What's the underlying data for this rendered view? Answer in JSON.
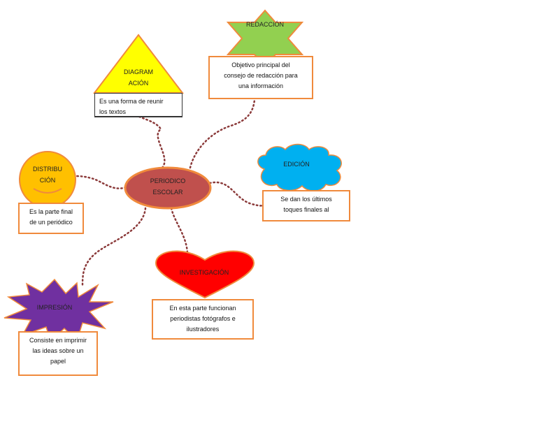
{
  "center": {
    "line1": "PERIODICO",
    "line2": "ESCOLAR"
  },
  "nodes": {
    "diagramacion": {
      "title_line1": "DIAGRAM",
      "title_line2": "ACIÓN",
      "desc_line1": "Es una forma de reunir",
      "desc_line2": "los textos"
    },
    "redaccion": {
      "title": "REDACCIÓN",
      "desc_line1": "Objetivo principal del",
      "desc_line2": "consejo de redacción para",
      "desc_line3": "una información"
    },
    "distribucion": {
      "title_line1": "DISTRIBU",
      "title_line2": "CIÓN",
      "desc_line1": "Es la parte final",
      "desc_line2": "de un periódico"
    },
    "edicion": {
      "title": "EDICIÓN",
      "desc_line1": "Se dan los últimos",
      "desc_line2": "toques finales al"
    },
    "investigacion": {
      "title": "INVESTIGACIÓN",
      "desc_line1": "En esta parte funcionan",
      "desc_line2": "periodistas fotógrafos e",
      "desc_line3": "ilustradores"
    },
    "impresion": {
      "title": "IMPRESIÓN",
      "desc_line1": "Consiste en imprimir",
      "desc_line2": "las ideas sobre un",
      "desc_line3": "papel"
    }
  },
  "colors": {
    "center_fill": "#c0504d",
    "connector": "#8b3a3a",
    "box_border": "#f08a3c",
    "triangle": "#ffff00",
    "star": "#92d050",
    "smiley": "#ffc000",
    "cloud": "#00b0f0",
    "heart": "#ff0000",
    "burst": "#7030a0"
  }
}
